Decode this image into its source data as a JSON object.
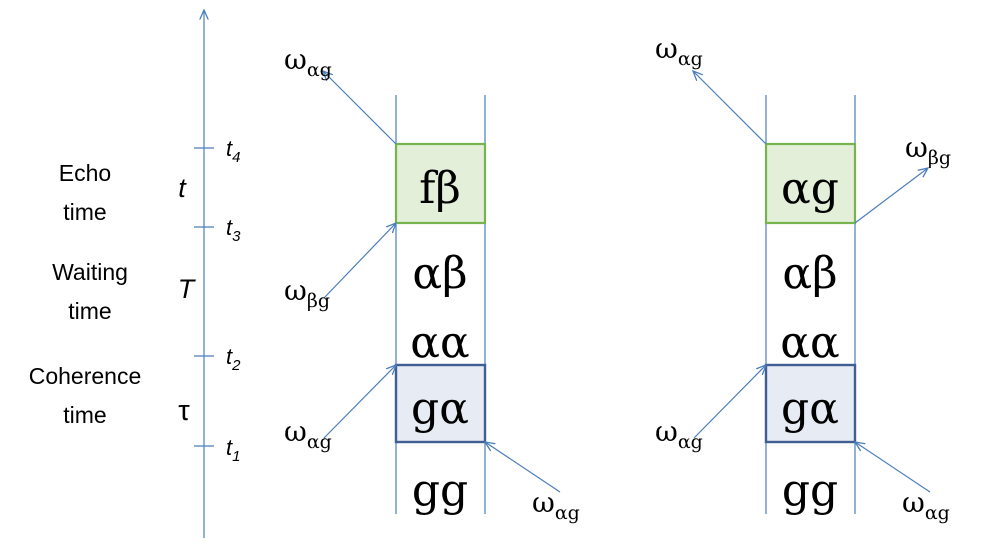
{
  "timeline": {
    "ticks": [
      {
        "letter": "t",
        "sub": "1"
      },
      {
        "letter": "t",
        "sub": "2"
      },
      {
        "letter": "t",
        "sub": "3"
      },
      {
        "letter": "t",
        "sub": "4"
      }
    ],
    "phases": [
      {
        "line1": "Echo",
        "line2": "time",
        "symbol": "t"
      },
      {
        "line1": "Waiting",
        "line2": "time",
        "symbol": "T"
      },
      {
        "line1": "Coherence",
        "line2": "time",
        "symbol": "τ"
      }
    ]
  },
  "diagram_left": {
    "states": [
      "gg",
      "gα",
      "αα",
      "αβ",
      "fβ"
    ],
    "labels": [
      {
        "omega": "ω",
        "sub": "αg"
      },
      {
        "omega": "ω",
        "sub": "βg"
      },
      {
        "omega": "ω",
        "sub": "αg"
      },
      {
        "omega": "ω",
        "sub": "αg"
      }
    ]
  },
  "diagram_right": {
    "states": [
      "gg",
      "gα",
      "αα",
      "αβ",
      "αg"
    ],
    "labels": [
      {
        "omega": "ω",
        "sub": "αg"
      },
      {
        "omega": "ω",
        "sub": "βg"
      },
      {
        "omega": "ω",
        "sub": "αg"
      },
      {
        "omega": "ω",
        "sub": "αg"
      }
    ]
  },
  "colors": {
    "line": "#4a7ebb",
    "green_fill": "#e3efd9",
    "green_stroke": "#77b44f",
    "blue_fill": "#e7ebf3",
    "blue_stroke": "#3f5f93"
  }
}
